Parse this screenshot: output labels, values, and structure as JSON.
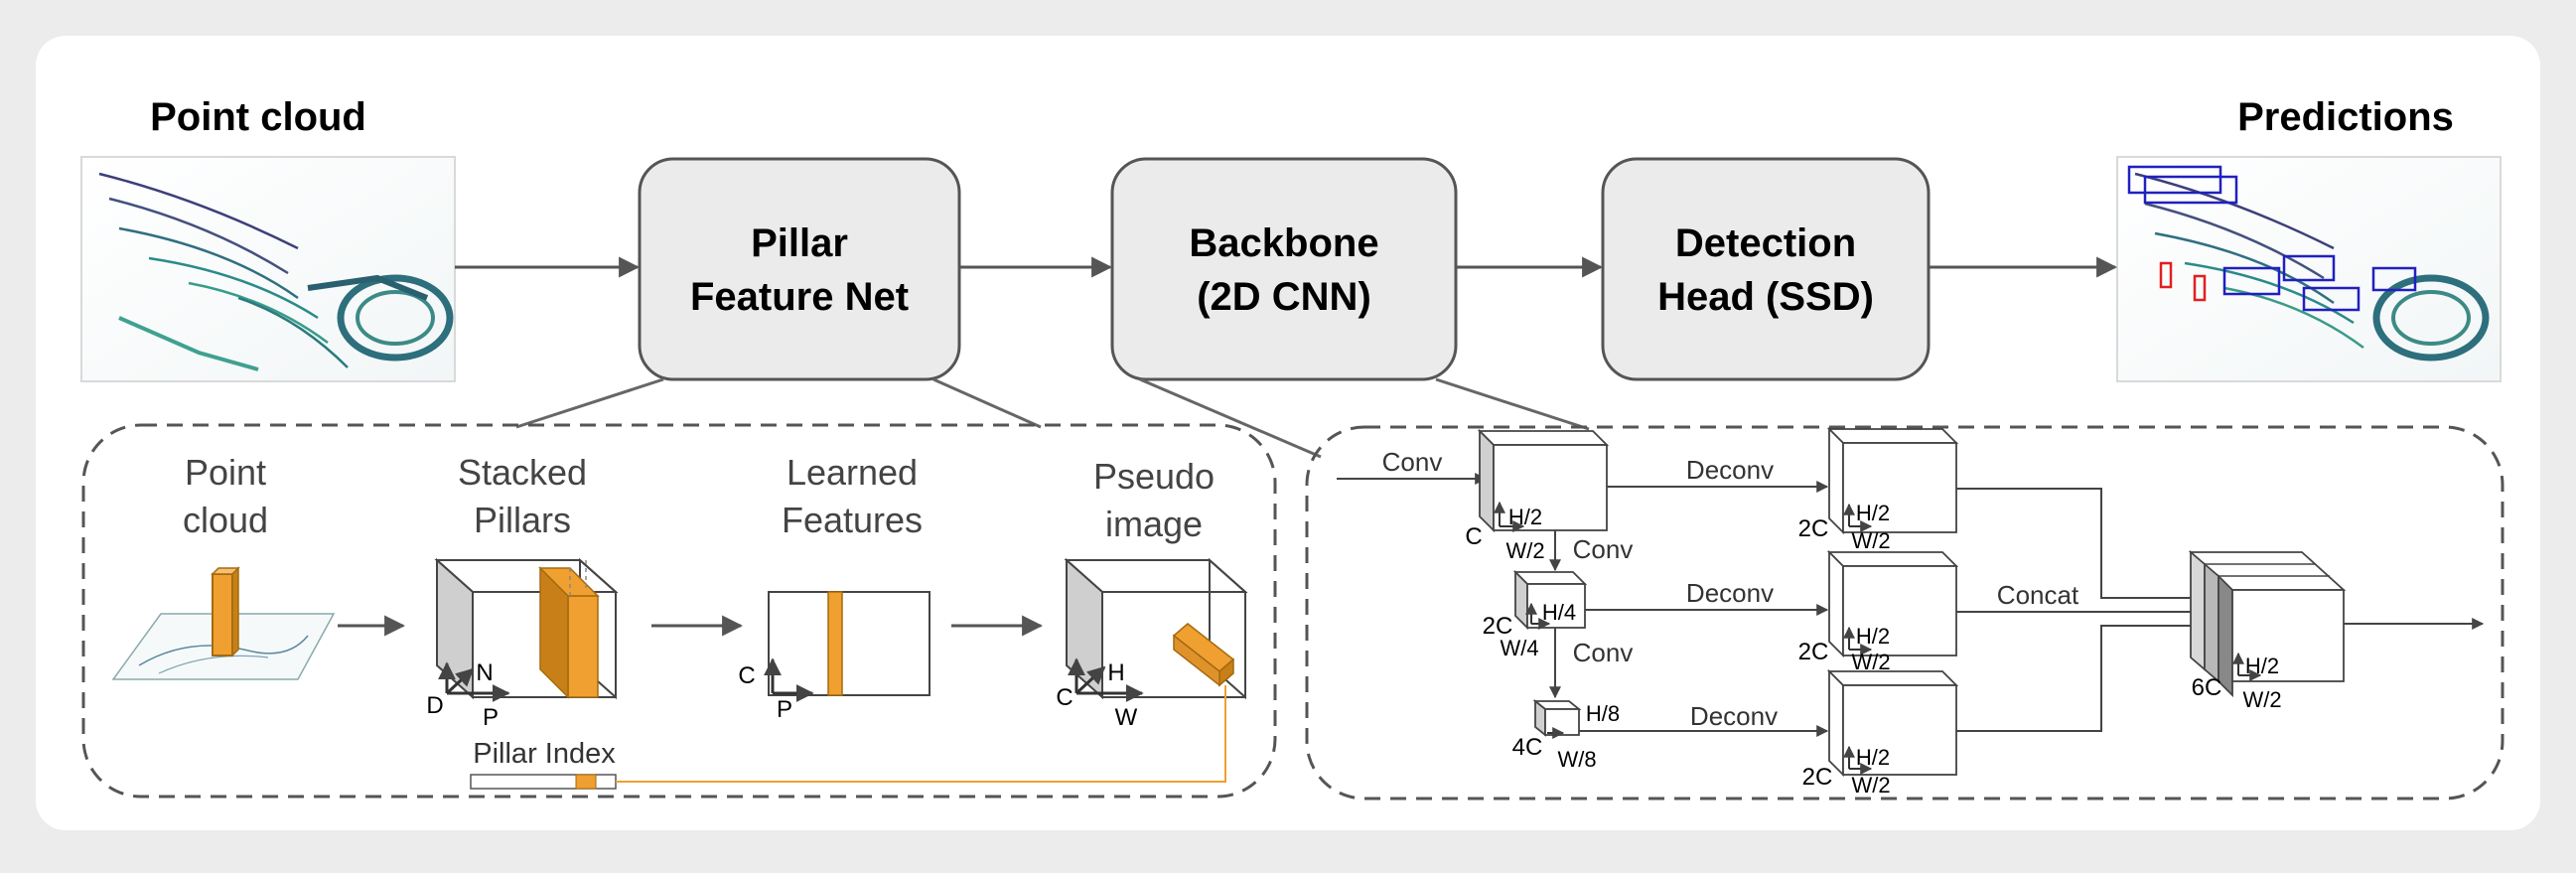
{
  "header": {
    "input_title": "Point cloud",
    "output_title": "Predictions"
  },
  "pipeline": {
    "pfn": {
      "line1": "Pillar",
      "line2": "Feature Net"
    },
    "backbone": {
      "line1": "Backbone",
      "line2": "(2D CNN)"
    },
    "head": {
      "line1": "Detection",
      "line2": "Head (SSD)"
    }
  },
  "pfn_detail": {
    "point_cloud": {
      "line1": "Point",
      "line2": "cloud"
    },
    "stacked": {
      "line1": "Stacked",
      "line2": "Pillars",
      "axis_d": "D",
      "axis_n": "N",
      "axis_p": "P"
    },
    "learned": {
      "line1": "Learned",
      "line2": "Features",
      "axis_c": "C",
      "axis_p": "P"
    },
    "pseudo": {
      "line1": "Pseudo",
      "line2": "image",
      "axis_c": "C",
      "axis_h": "H",
      "axis_w": "W"
    },
    "pillar_index": "Pillar Index"
  },
  "backbone_detail": {
    "conv_in": "Conv",
    "conv_1": "Conv",
    "conv_2": "Conv",
    "deconv_1": "Deconv",
    "deconv_2": "Deconv",
    "deconv_3": "Deconv",
    "concat": "Concat",
    "b1": {
      "c": "C",
      "h": "H/2",
      "w": "W/2"
    },
    "b2": {
      "c": "2C",
      "h": "H/4",
      "w": "W/4"
    },
    "b3": {
      "c": "4C",
      "h": "H/8",
      "w": "W/8"
    },
    "u1": {
      "c": "2C",
      "h": "H/2",
      "w": "W/2"
    },
    "u2": {
      "c": "2C",
      "h": "H/2",
      "w": "W/2"
    },
    "u3": {
      "c": "2C",
      "h": "H/2",
      "w": "W/2"
    },
    "out": {
      "c": "6C",
      "h": "H/2",
      "w": "W/2"
    }
  },
  "colors": {
    "accent_orange": "#f0a030",
    "box_fill": "#ebebeb",
    "line": "#555555"
  }
}
